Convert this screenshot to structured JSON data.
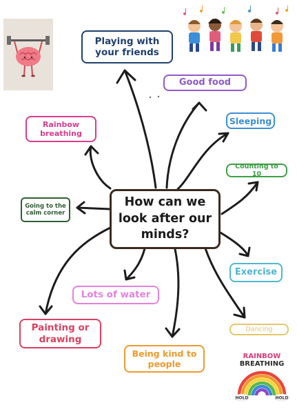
{
  "diagram": {
    "center": "How can we look after our minds?",
    "nodes": {
      "playing": "Playing with your friends",
      "good_food": "Good food",
      "sleeping": "Sleeping",
      "counting": "Counting to 10",
      "rainbow_breathing": "Rainbow breathing",
      "calm_corner": "Going to the calm corner",
      "exercise": "Exercise",
      "water": "Lots of water",
      "painting": "Painting or drawing",
      "dancing": "Dancing",
      "kind": "Being kind to people"
    }
  },
  "images": {
    "brain_icon": "brain-lifting-weights-icon",
    "kids_icon": "children-dancing-icon",
    "poster": {
      "title_line1": "RAINBOW",
      "title_line2": "BREATHING",
      "hold_left": "HOLD",
      "hold_right": "HOLD"
    }
  },
  "colors": {
    "navy": "#1f3f6e",
    "purple": "#8e5ac8",
    "blue": "#3b8fd6",
    "green": "#3f9e47",
    "magenta": "#d63c8e",
    "darkgreen": "#2f5e34",
    "teal": "#4fb6d2",
    "pink": "#e680dd",
    "crimson": "#d94060",
    "yellow": "#e3c76a",
    "orange": "#ee9a2c"
  }
}
